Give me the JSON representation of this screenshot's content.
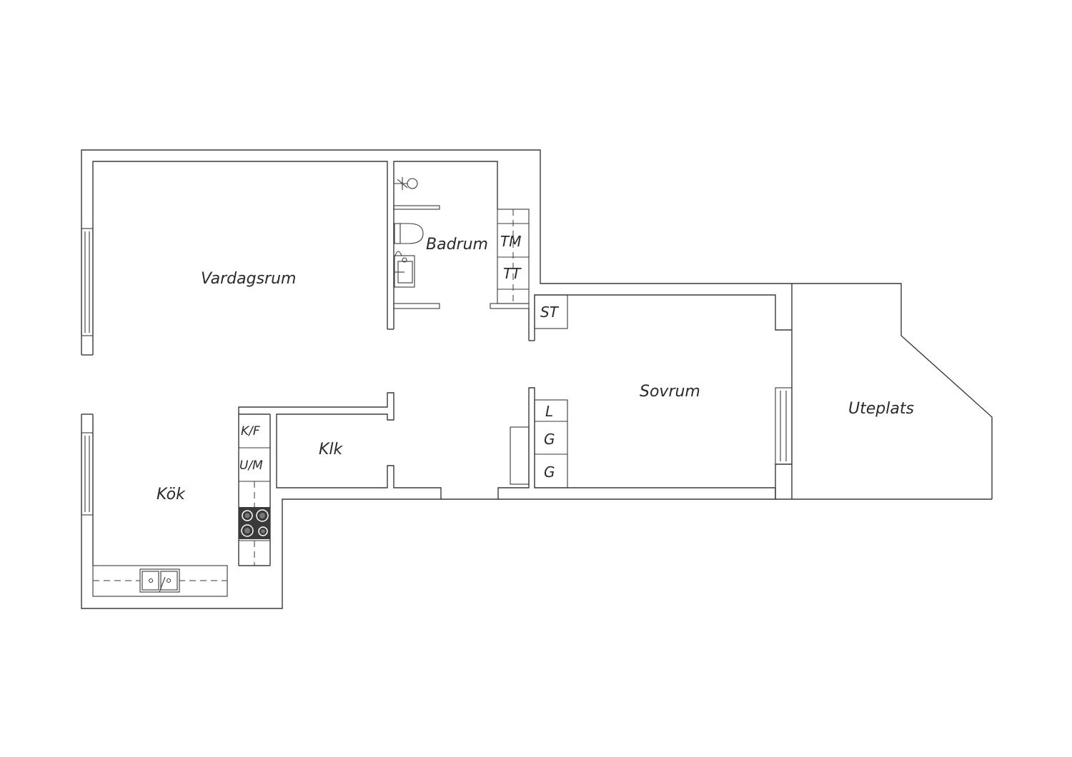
{
  "rooms": {
    "vardagsrum": "Vardagsrum",
    "badrum": "Badrum",
    "kok": "Kök",
    "klk": "Klk",
    "sovrum": "Sovrum",
    "uteplats": "Uteplats"
  },
  "fixtures": {
    "tm": "TM",
    "tt": "TT",
    "st": "ST",
    "kf": "K/F",
    "um": "U/M",
    "l": "L",
    "g1": "G",
    "g2": "G"
  },
  "colors": {
    "line": "#3a3a3a",
    "stove": "#3a3a3a",
    "background": "#ffffff"
  }
}
